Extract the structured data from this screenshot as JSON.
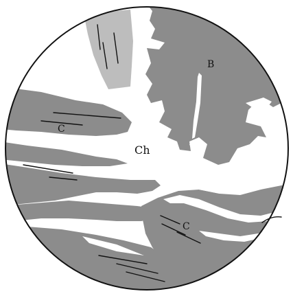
{
  "labels": {
    "b": "B",
    "ch": "Ch",
    "c_upper": "C",
    "c_lower": "C"
  },
  "colors": {
    "tissue_gray": "#8c8c8c",
    "light_gray": "#bdbdbd",
    "white": "#ffffff",
    "ink": "#111111"
  }
}
